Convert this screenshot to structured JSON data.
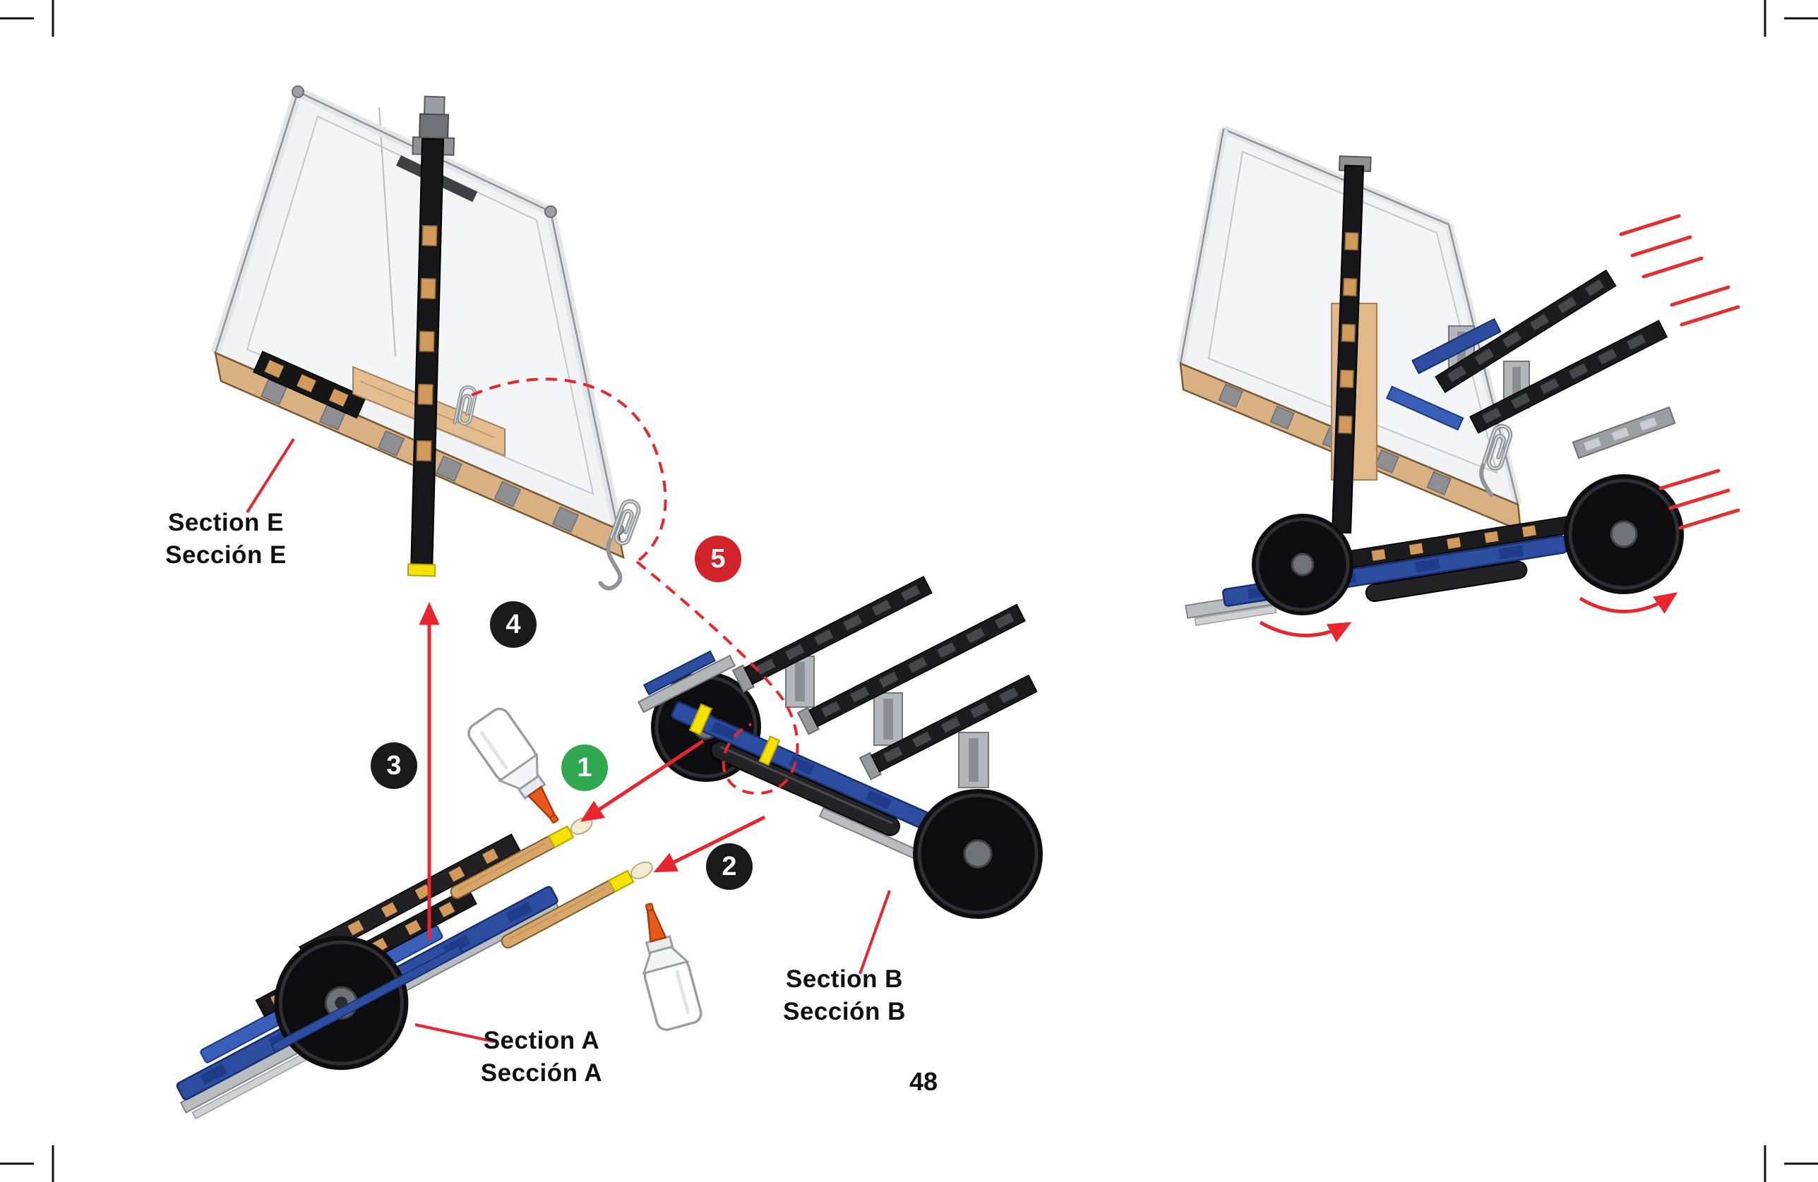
{
  "page": {
    "number": "48"
  },
  "labels": {
    "section_e": {
      "line1": "Section E",
      "line2": "Sección E"
    },
    "section_a": {
      "line1": "Section A",
      "line2": "Sección A"
    },
    "section_b": {
      "line1": "Section B",
      "line2": "Sección B"
    }
  },
  "steps": [
    {
      "num": "1",
      "color": "#2fa84f"
    },
    {
      "num": "2",
      "color": "#1a1a1a"
    },
    {
      "num": "3",
      "color": "#1a1a1a"
    },
    {
      "num": "4",
      "color": "#1a1a1a"
    },
    {
      "num": "5",
      "color": "#d2232a"
    }
  ],
  "colors": {
    "arrow_red": "#e8262d",
    "highlight_yellow": "#f6e200",
    "kit_blue": "#2c4da0",
    "wood_tan": "#d9a868",
    "glue_tip_orange": "#e85a1a",
    "step_green": "#2fa84f",
    "step_red": "#d2232a",
    "step_black": "#1a1a1a"
  },
  "illustrations": {
    "left_scene": "Exploded assembly: Section A front wheel unit, Section B chassis, Section E frame, glue bottles, craft sticks and paperclip",
    "right_scene": "Assembled cart rolling, with motion lines and wheel-rotation arrows"
  }
}
